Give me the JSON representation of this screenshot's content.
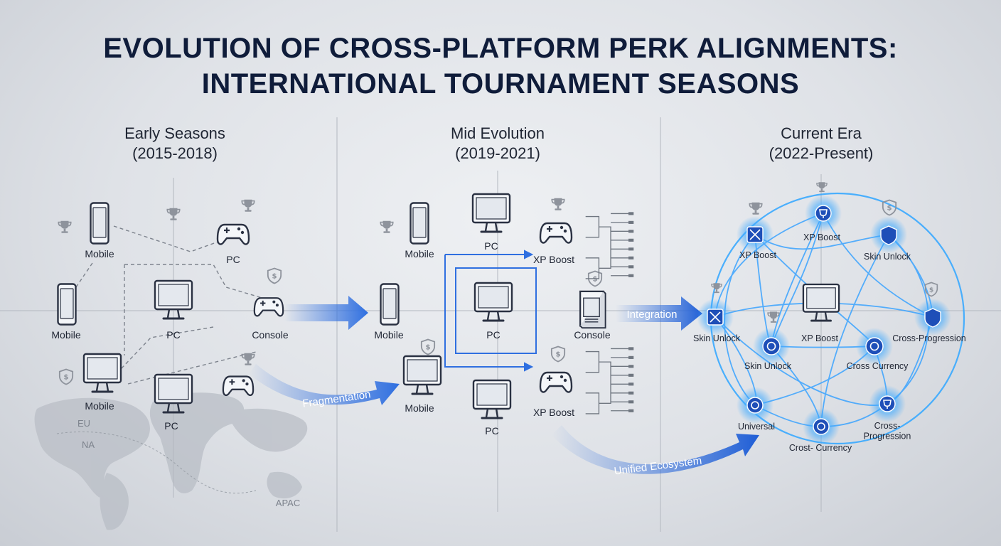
{
  "title": {
    "line1": "EVOLUTION OF CROSS-PLATFORM PERK ALIGNMENTS:",
    "line2": "INTERNATIONAL TOURNAMENT SEASONS"
  },
  "eras": [
    {
      "name": "Early Seasons",
      "years": "(2015-2018)"
    },
    {
      "name": "Mid Evolution",
      "years": "(2019-2021)"
    },
    {
      "name": "Current Era",
      "years": "(2022-Present)"
    }
  ],
  "early": {
    "mobile_1": "Mobile",
    "mobile_2": "Mobile",
    "mobile_3": "Mobile",
    "pc_1": "PC",
    "pc_2": "PC",
    "pc_3": "PC",
    "console": "Console",
    "regions": {
      "eu": "EU",
      "na": "NA",
      "apac": "APAC"
    }
  },
  "mid": {
    "mobile_1": "Mobile",
    "mobile_2": "Mobile",
    "mobile_3": "Mobile",
    "pc_top": "PC",
    "pc_center": "PC",
    "pc_bottom": "PC",
    "console": "Console",
    "xp_boost_1": "XP Boost",
    "xp_boost_2": "XP Boost"
  },
  "current": {
    "xp_boost_left": "XP Boost",
    "xp_boost_top": "XP Boost",
    "skin_unlock_top": "Skin Unlock",
    "skin_unlock_left": "Skin Unlock",
    "xp_boost_center": "XP Boost",
    "cross_progression_right": "Cross-Progression",
    "skin_unlock_center": "Skin Unlock",
    "cross_currency_center": "Cross Currency",
    "universal": "Universal",
    "cross_currency_bottom": "Crost- Currency",
    "cross_progression_bottom": "Cross-\nProgression"
  },
  "transitions": {
    "fragmentation": "Fragmentation",
    "integration": "Integration",
    "unified": "Unified Ecosystem"
  },
  "colors": {
    "navy": "#0f1c3a",
    "accent": "#2f6fe0",
    "glow": "#5bc8ff",
    "icon_stroke": "#2a3142"
  }
}
